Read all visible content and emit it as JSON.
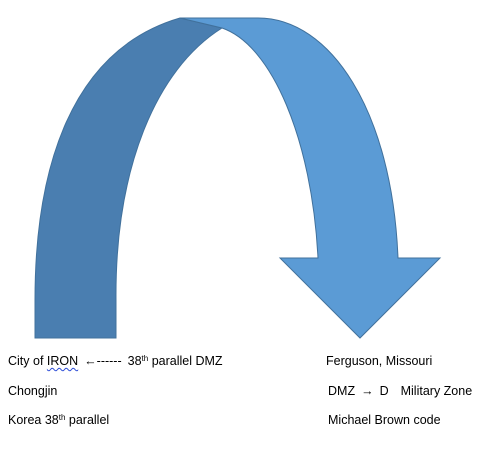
{
  "colors": {
    "arrow_back": "#4a7eb0",
    "arrow_front": "#5b9bd5",
    "arrow_outline": "#41719c",
    "spellcheck_underline": "#2b4bd6"
  },
  "shape": "curved-down-arrow",
  "left_column": {
    "line1": {
      "prefix": "City of ",
      "underlined": "IRON",
      "arrow_glyph": "←------",
      "num": "38",
      "sup": "th",
      "rest": " parallel  DMZ"
    },
    "line2": "Chongjin",
    "line3": {
      "prefix": "Korea 38",
      "sup": "th",
      "rest": " parallel"
    }
  },
  "right_column": {
    "line1": "Ferguson, Missouri",
    "line2": {
      "prefix": "DMZ",
      "arrow_glyph": "→",
      "letter": "D",
      "rest": "Military Zone"
    },
    "line3": "Michael Brown code"
  }
}
